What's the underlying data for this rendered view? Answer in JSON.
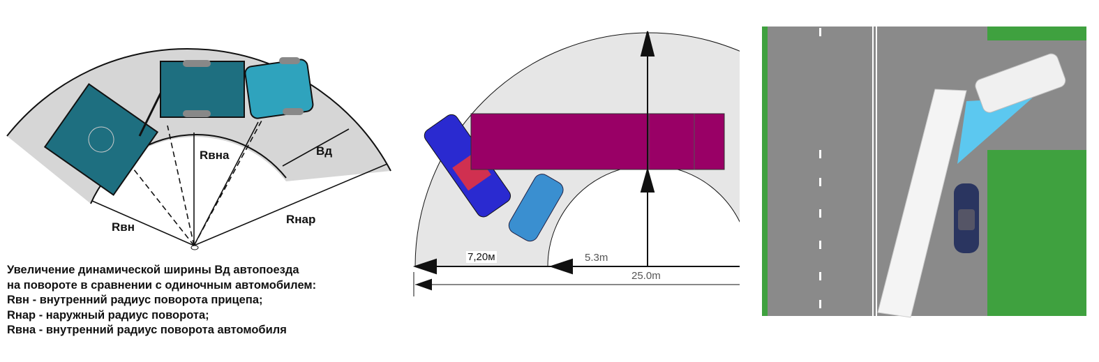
{
  "panel1": {
    "labels": {
      "r_vna": "Rвна",
      "b_d": "Вд",
      "r_vn": "Rвн",
      "r_nar": "Rнар"
    },
    "legend": [
      "Увеличение динамической ширины Вд автопоезда",
      "на повороте в сравнении с одиночным автомобилем:",
      "Rвн - внутренний радиус поворота прицепа;",
      "Rнар - наружный радиус поворота;",
      "Rвна - внутренний радиус поворота автомобиля"
    ],
    "colors": {
      "vehicle": "#1e6f80",
      "cab": "#2fa3bd",
      "area": "#d6d6d6"
    }
  },
  "panel2": {
    "dimensions": {
      "width": "7,20м",
      "inner": "5.3m",
      "total": "25.0m"
    },
    "colors": {
      "bus": "#990066",
      "area": "#e6e6e6",
      "truck": "#2a2ad0",
      "car": "#3a8fd0"
    }
  },
  "panel3": {
    "colors": {
      "road": "#8a8a8a",
      "grass": "#3fa13f",
      "blindspot": "#5cc8f0"
    }
  }
}
